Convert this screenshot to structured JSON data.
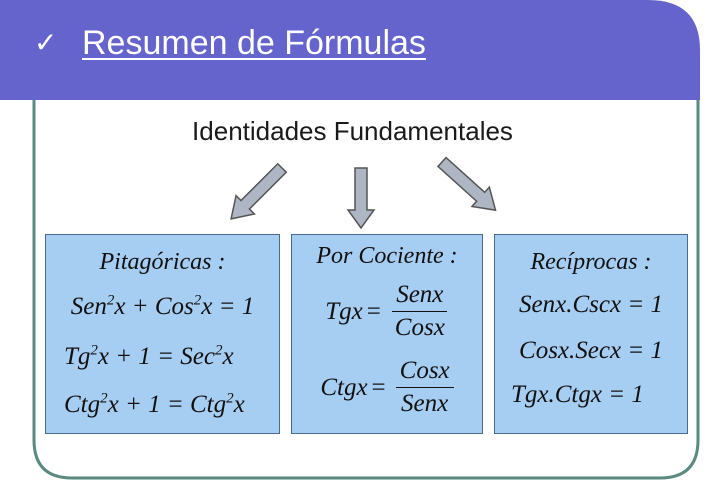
{
  "slide": {
    "title": "Resumen de Fórmulas",
    "check_symbol": "✓",
    "subtitle": "Identidades Fundamentales",
    "colors": {
      "banner": "#6464cc",
      "frame_border": "#5a8a80",
      "box_fill": "#a6cdf2",
      "arrow_fill": "#aeb6c4"
    }
  },
  "boxes": {
    "pythagorean": {
      "header": "Pitagóricas :",
      "f1": {
        "a": "Sen",
        "e1": "2",
        "b": "x + Cos",
        "e2": "2",
        "c": "x = 1"
      },
      "f2": {
        "a": "Tg",
        "e1": "2",
        "b": "x + 1 = Sec",
        "e2": "2",
        "c": "x"
      },
      "f3": {
        "a": "Ctg",
        "e1": "2",
        "b": "x + 1 = Ctg",
        "e2": "2",
        "c": "x"
      }
    },
    "quotient": {
      "header": "Por Cociente :",
      "f1": {
        "lhs": "Tgx",
        "eq": "=",
        "num": "Senx",
        "den": "Cosx"
      },
      "f2": {
        "lhs": "Ctgx",
        "eq": "=",
        "num": "Cosx",
        "den": "Senx"
      }
    },
    "reciprocal": {
      "header": "Recíprocas :",
      "f1": "Senx.Cscx = 1",
      "f2": "Cosx.Secx = 1",
      "f3": "Tgx.Ctgx = 1"
    }
  }
}
